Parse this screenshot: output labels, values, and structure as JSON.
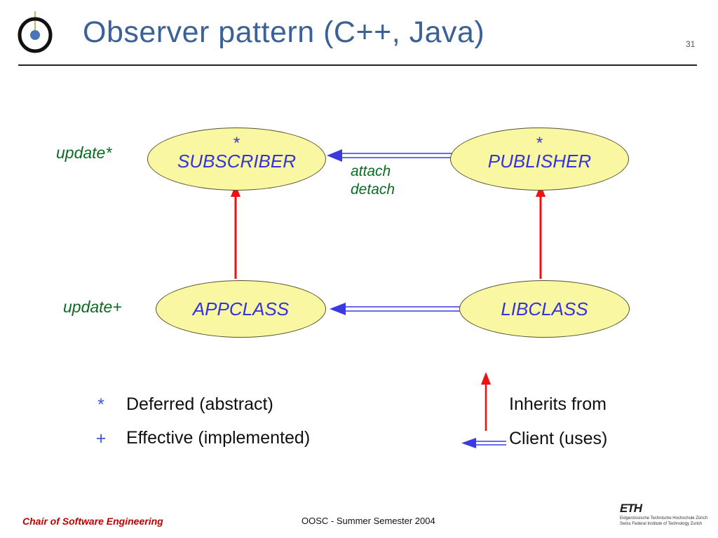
{
  "header": {
    "title": "Observer pattern (C++, Java)",
    "page_number": "31",
    "logo_icon": "observer-eye-logo",
    "title_color": "#3A6198"
  },
  "diagram": {
    "nodes": [
      {
        "id": "subscriber",
        "label": "SUBSCRIBER",
        "marker": "*",
        "fill": "#FAF7A3",
        "text_color": "#3333E0"
      },
      {
        "id": "publisher",
        "label": "PUBLISHER",
        "marker": "*",
        "fill": "#FAF7A3",
        "text_color": "#3333E0"
      },
      {
        "id": "appclass",
        "label": "APPCLASS",
        "marker": "",
        "fill": "#FAF7A3",
        "text_color": "#3333E0"
      },
      {
        "id": "libclass",
        "label": "LIBCLASS",
        "marker": "",
        "fill": "#FAF7A3",
        "text_color": "#3333E0"
      }
    ],
    "side_labels": [
      {
        "id": "update-star",
        "text": "update*",
        "color": "#0A6B22"
      },
      {
        "id": "update-plus",
        "text": "update+",
        "color": "#0A6B22"
      }
    ],
    "edge_labels": [
      {
        "id": "attach",
        "text": "attach",
        "color": "#0A6B22"
      },
      {
        "id": "detach",
        "text": "detach",
        "color": "#0A6B22"
      }
    ],
    "edges": [
      {
        "id": "publisher-to-subscriber",
        "kind": "client",
        "color": "#3A3AE0"
      },
      {
        "id": "libclass-to-appclass",
        "kind": "client",
        "color": "#3A3AE0"
      },
      {
        "id": "appclass-to-subscriber",
        "kind": "inherits",
        "color": "#EE1111"
      },
      {
        "id": "libclass-to-publisher",
        "kind": "inherits",
        "color": "#EE1111"
      }
    ]
  },
  "legend": {
    "symbols": [
      {
        "symbol": "*",
        "text": "Deferred (abstract)"
      },
      {
        "symbol": "+",
        "text": "Effective (implemented)"
      }
    ],
    "arrows": [
      {
        "kind": "inherits",
        "text": "Inherits from",
        "color": "#EE1111"
      },
      {
        "kind": "client",
        "text": "Client (uses)",
        "color": "#3A3AE0"
      }
    ]
  },
  "footer": {
    "chair": "Chair of Software Engineering",
    "course": "OOSC - Summer Semester 2004",
    "eth_wordmark": "ETH",
    "eth_line1": "Eidgenössische Technische Hochschule Zürich",
    "eth_line2": "Swiss Federal Institute of Technology Zurich"
  }
}
